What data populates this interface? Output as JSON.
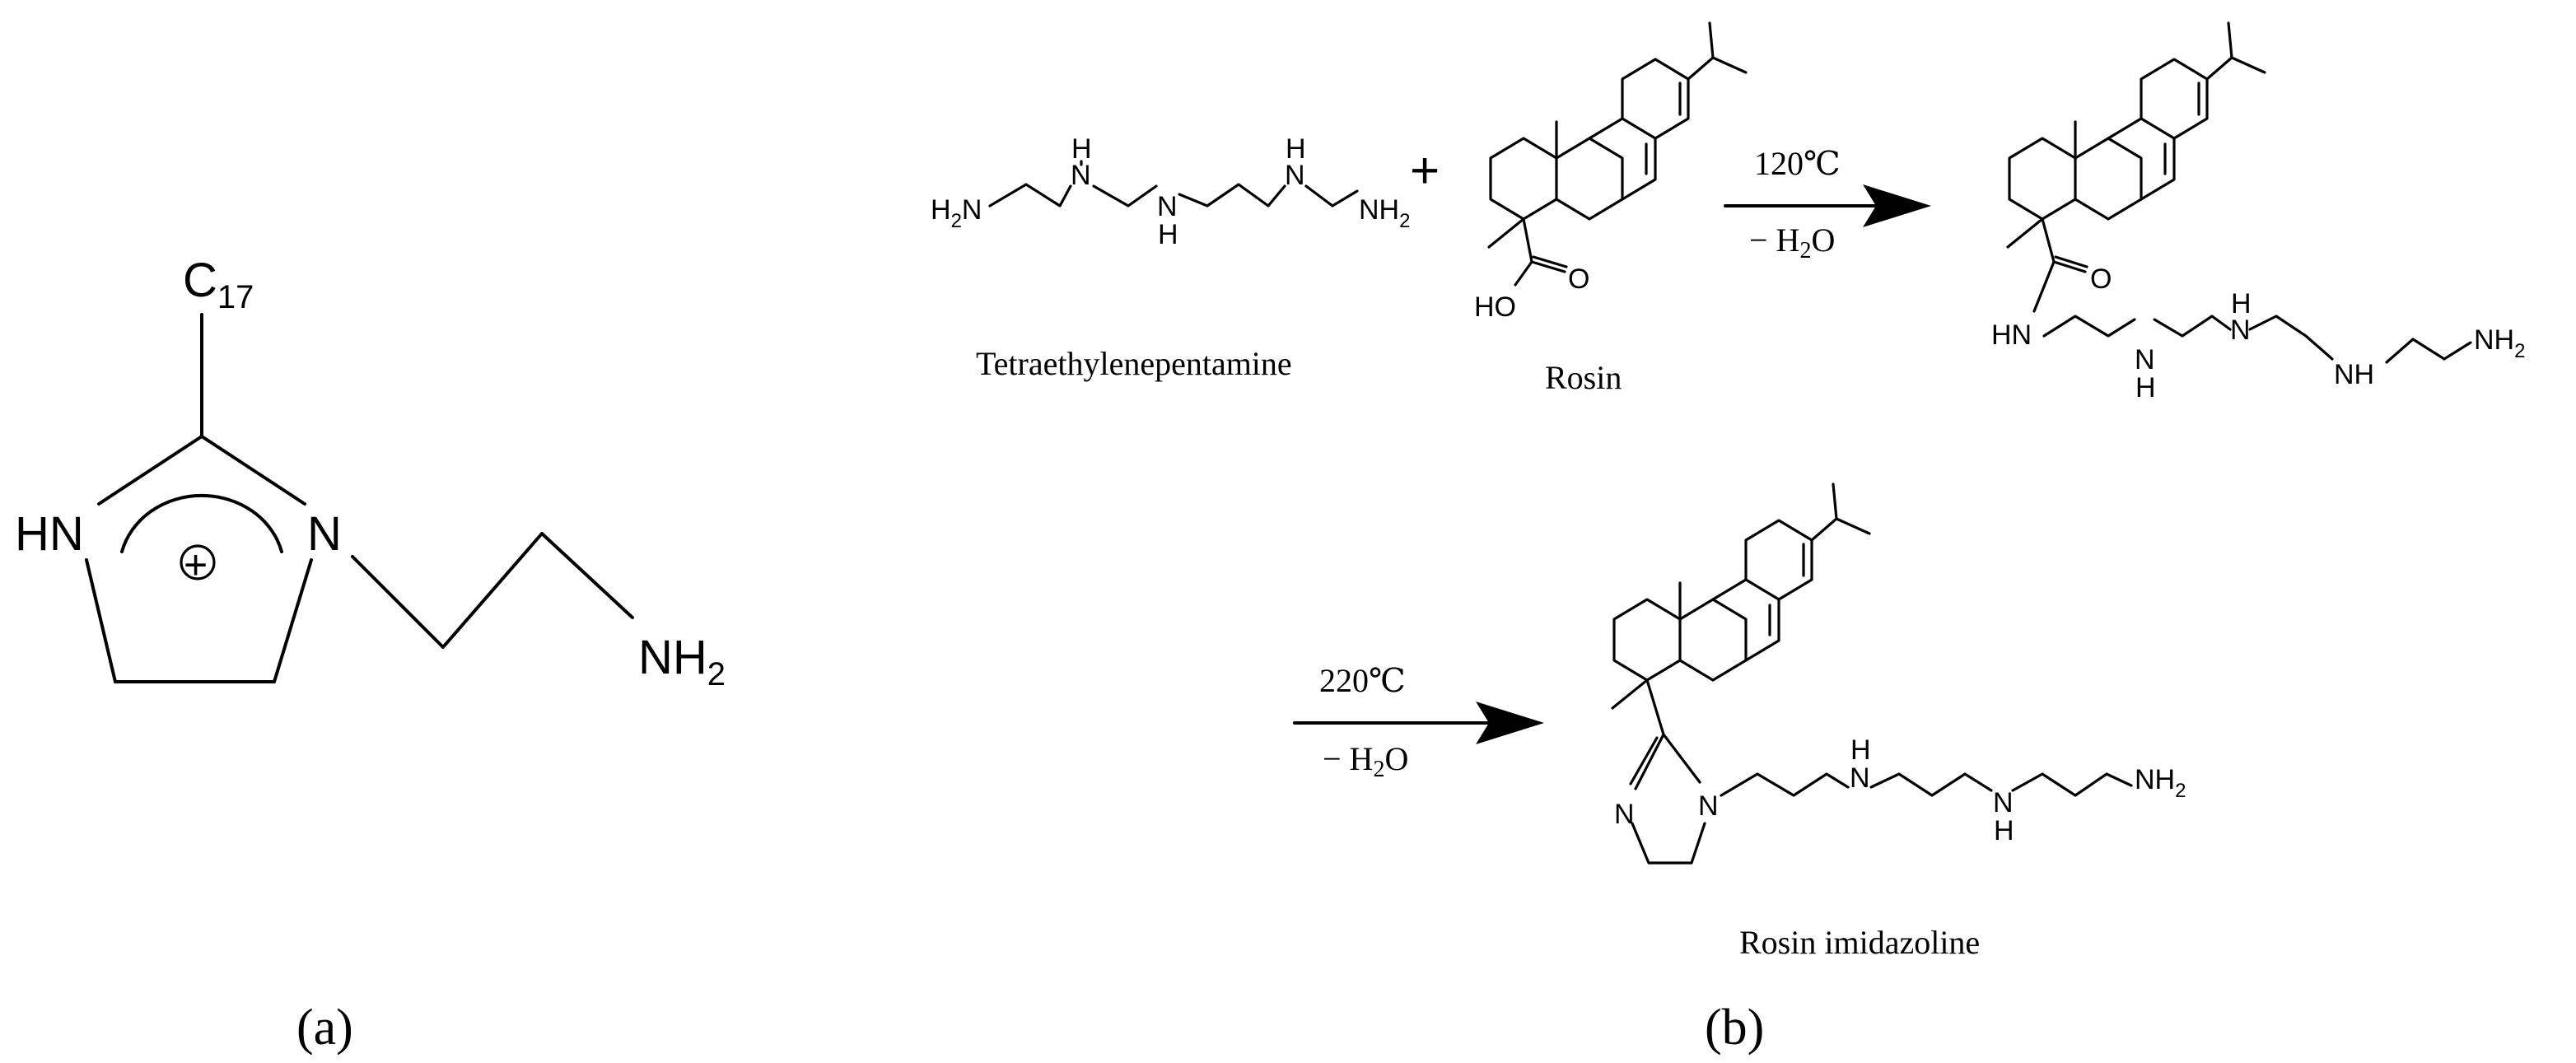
{
  "panel_a": {
    "label": "(a)",
    "atoms": {
      "c_main": "C",
      "c_sub": "17",
      "hn": "HN",
      "n": "N",
      "plus": "+",
      "nh": "NH",
      "nh_sub": "2"
    }
  },
  "panel_b": {
    "label": "(b)",
    "plus_sign": "+",
    "tepa": {
      "name": "Tetraethylenepentamine",
      "h2n_main": "H",
      "h2n_sub": "2",
      "h2n_n": "N",
      "n1": "N",
      "h1": "H",
      "n2": "N",
      "h2": "H",
      "n3": "N",
      "h3": "H",
      "nh2_main": "NH",
      "nh2_sub": "2"
    },
    "rosin": {
      "name": "Rosin",
      "ho": "HO",
      "o": "O"
    },
    "step1": {
      "temperature": "120℃",
      "condition": "− H",
      "condition_sub": "2",
      "condition_end": "O"
    },
    "amide": {
      "o": "O",
      "hn": "HN",
      "n1": "N",
      "h1": "H",
      "n2": "N",
      "h2": "H",
      "nh": "NH",
      "nh2_main": "NH",
      "nh2_sub": "2"
    },
    "step2": {
      "temperature": "220℃",
      "condition": "− H",
      "condition_sub": "2",
      "condition_end": "O"
    },
    "imidazoline": {
      "name": "Rosin imidazoline",
      "n_ring": "N",
      "n_sub": "N",
      "n1": "N",
      "h1": "H",
      "n2": "N",
      "h2": "H",
      "nh2_main": "NH",
      "nh2_sub": "2"
    }
  }
}
